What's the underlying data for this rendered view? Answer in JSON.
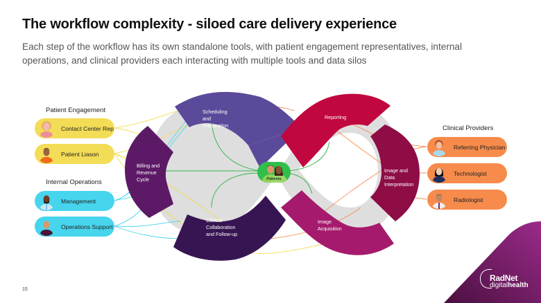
{
  "header": {
    "title": "The workflow complexity - siloed care delivery experience",
    "subtitle": "Each step of the workflow has its own standalone tools, with patient engagement representatives, internal operations, and clinical providers each interacting with multiple tools and data silos"
  },
  "groups": {
    "patient_engagement": {
      "label": "Patient Engagement",
      "items": [
        {
          "label": "Contact Center Rep",
          "icon": "person-avatar-icon"
        },
        {
          "label": "Patient Liason",
          "icon": "person-avatar-icon"
        }
      ]
    },
    "internal_operations": {
      "label": "Internal Operations",
      "items": [
        {
          "label": "Management",
          "icon": "person-avatar-icon"
        },
        {
          "label": "Operations Support",
          "icon": "person-avatar-icon"
        }
      ]
    },
    "clinical_providers": {
      "label": "Clinical Providers",
      "items": [
        {
          "label": "Referring Physician",
          "icon": "person-avatar-icon"
        },
        {
          "label": "Technologist",
          "icon": "person-avatar-icon"
        },
        {
          "label": "Radiologist",
          "icon": "person-avatar-icon"
        }
      ]
    }
  },
  "workflow": {
    "segments": [
      {
        "label": "Scheduling and Preparation",
        "lines": [
          "Scheduling",
          "and",
          "Preparation"
        ],
        "color": "#5b4a9a"
      },
      {
        "label": "Billing and Revenue Cycle",
        "lines": [
          "Billing and",
          "Revenue",
          "Cycle"
        ],
        "color": "#5c1a66"
      },
      {
        "label": "Clinical Collaboration and Follow-up",
        "lines": [
          "Clinical",
          "Collaboration",
          "and  Follow-up"
        ],
        "color": "#371552"
      },
      {
        "label": "Reporting",
        "lines": [
          "Reporting"
        ],
        "color": "#c1073f"
      },
      {
        "label": "Image and Data Interpretation",
        "lines": [
          "Image and",
          "Data",
          "Interpretation"
        ],
        "color": "#8e0d45"
      },
      {
        "label": "Image Acquisition",
        "lines": [
          "Image",
          "Acquisition"
        ],
        "color": "#a51a6c"
      }
    ],
    "center": {
      "label": "Patients",
      "icon": "patients-icon"
    }
  },
  "colors": {
    "patient_engagement": "#f3dc56",
    "internal_operations": "#47d5ee",
    "clinical_providers": "#f68b4b",
    "patient_link": "#38b64a",
    "track": "#dedede"
  },
  "footer": {
    "page_number": "15",
    "brand_name": "RadNet",
    "brand_sub_light": "digital",
    "brand_sub_bold": "health"
  }
}
